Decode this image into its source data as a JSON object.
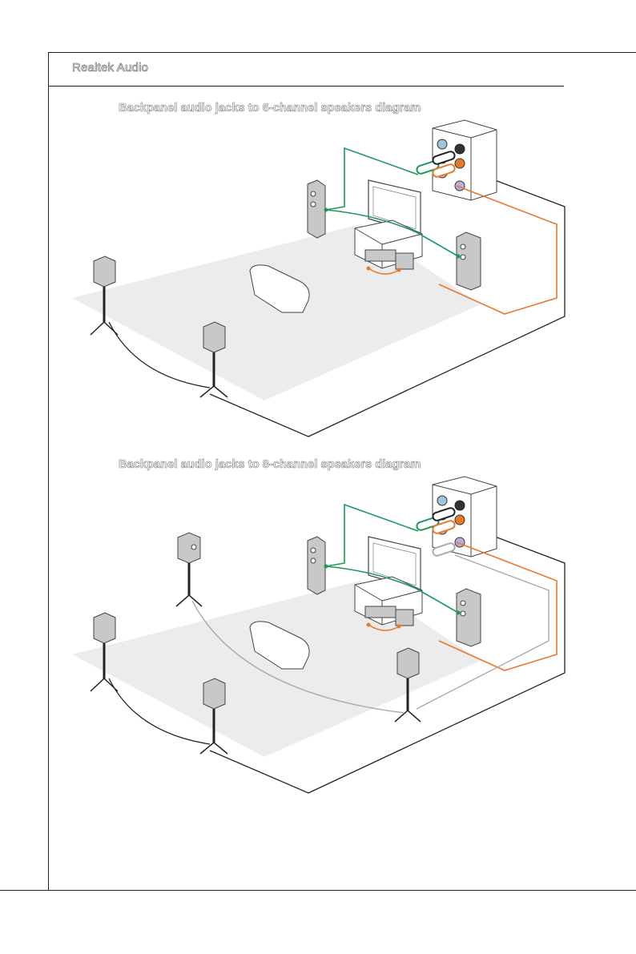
{
  "header": {
    "title": "Realtek Audio"
  },
  "diagrams": [
    {
      "caption": "Backpanel audio jacks to 6-channel speakers diagram"
    },
    {
      "caption": "Backpanel audio jacks to 8-channel speakers diagram"
    }
  ],
  "colors": {
    "front_cable": "#1a9a5a",
    "center_sub_cable": "#e8792a",
    "rear_cable": "#222222",
    "side_cable": "#aaaaaa",
    "floor": "#ececec",
    "speaker": "#c8c8c8"
  },
  "icons": [
    "speaker-icon",
    "tv-icon",
    "sofa-icon",
    "computer-case-icon",
    "audio-jack-icon"
  ]
}
